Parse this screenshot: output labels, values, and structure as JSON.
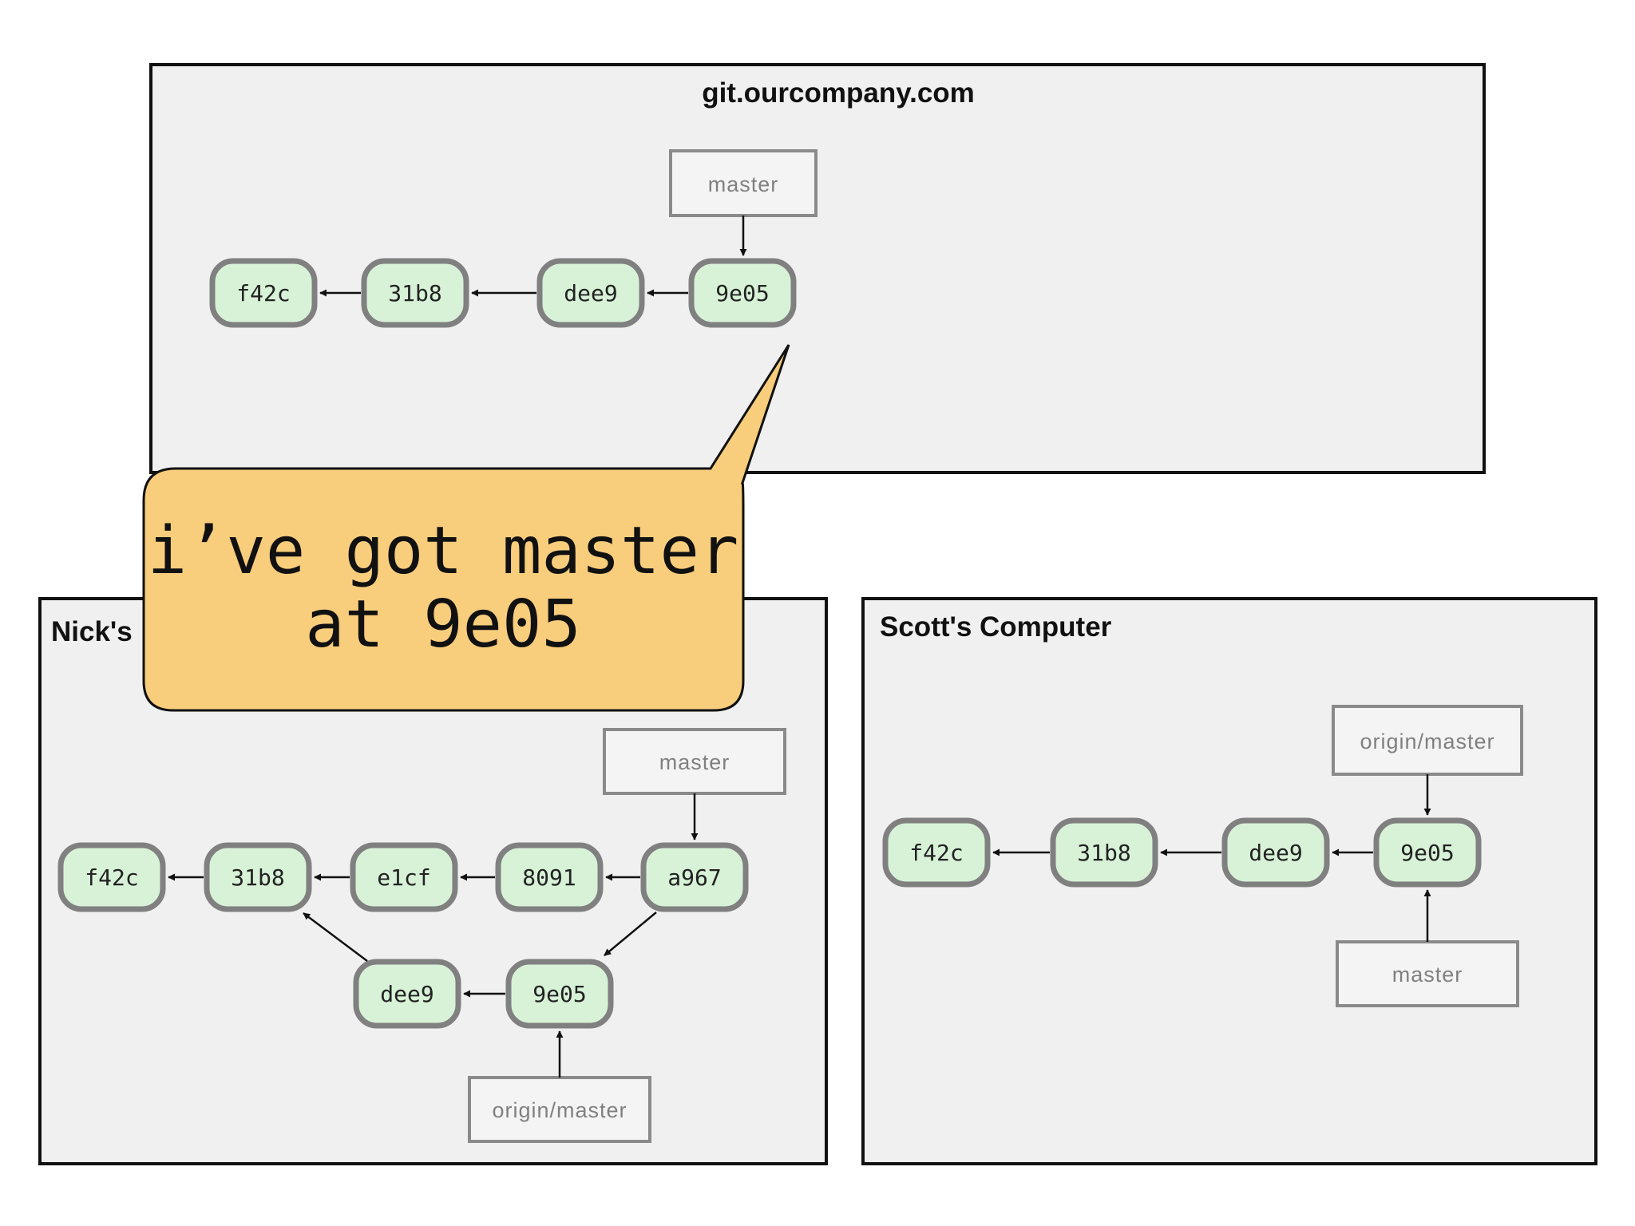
{
  "panels": {
    "server": {
      "title": "git.ourcompany.com"
    },
    "nick": {
      "title": "Nick's"
    },
    "scott": {
      "title": "Scott's Computer"
    }
  },
  "commits": {
    "server": [
      "f42c",
      "31b8",
      "dee9",
      "9e05"
    ],
    "nick_main": [
      "f42c",
      "31b8",
      "e1cf",
      "8091",
      "a967"
    ],
    "nick_branch": [
      "dee9",
      "9e05"
    ],
    "scott": [
      "f42c",
      "31b8",
      "dee9",
      "9e05"
    ]
  },
  "refs": {
    "server_master": "master",
    "nick_master": "master",
    "nick_origin_master": "origin/master",
    "scott_origin_master": "origin/master",
    "scott_master": "master"
  },
  "bubble": {
    "line1": "i’ve got master",
    "line2": "at 9e05"
  },
  "colors": {
    "commit_fill": "#d8f2d8",
    "bubble_fill": "#f8cd7c",
    "panel_fill": "#f1f0f1"
  }
}
